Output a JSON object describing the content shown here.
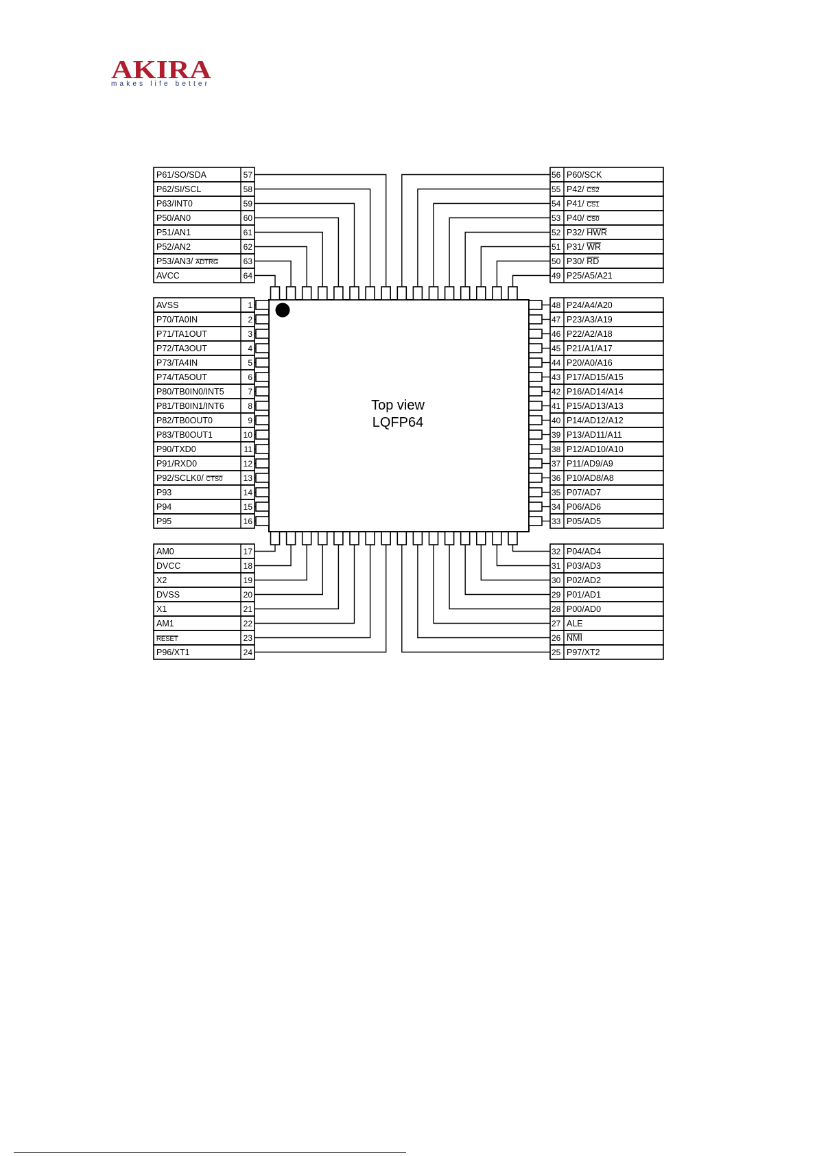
{
  "logo": {
    "name": "AKIRA",
    "tagline": "makes life better",
    "color": "#b01e2e"
  },
  "chip": {
    "title": "Top view",
    "package": "LQFP64"
  },
  "pins": {
    "left": [
      {
        "n": 1,
        "segs": [
          {
            "t": "AVSS"
          }
        ]
      },
      {
        "n": 2,
        "segs": [
          {
            "t": "P70/TA0IN"
          }
        ]
      },
      {
        "n": 3,
        "segs": [
          {
            "t": "P71/TA1OUT"
          }
        ]
      },
      {
        "n": 4,
        "segs": [
          {
            "t": "P72/TA3OUT"
          }
        ]
      },
      {
        "n": 5,
        "segs": [
          {
            "t": "P73/TA4IN"
          }
        ]
      },
      {
        "n": 6,
        "segs": [
          {
            "t": "P74/TA5OUT"
          }
        ]
      },
      {
        "n": 7,
        "segs": [
          {
            "t": "P80/TB0IN0/INT5"
          }
        ]
      },
      {
        "n": 8,
        "segs": [
          {
            "t": "P81/TB0IN1/INT6"
          }
        ]
      },
      {
        "n": 9,
        "segs": [
          {
            "t": "P82/TB0OUT0"
          }
        ]
      },
      {
        "n": 10,
        "segs": [
          {
            "t": "P83/TB0OUT1"
          }
        ]
      },
      {
        "n": 11,
        "segs": [
          {
            "t": "P90/TXD0"
          }
        ]
      },
      {
        "n": 12,
        "segs": [
          {
            "t": "P91/RXD0"
          }
        ]
      },
      {
        "n": 13,
        "segs": [
          {
            "t": "P92/SCLK0/ "
          },
          {
            "t": "CTS0",
            "over": true,
            "small": true
          }
        ]
      },
      {
        "n": 14,
        "segs": [
          {
            "t": "P93"
          }
        ]
      },
      {
        "n": 15,
        "segs": [
          {
            "t": "P94"
          }
        ]
      },
      {
        "n": 16,
        "segs": [
          {
            "t": "P95"
          }
        ]
      }
    ],
    "right": [
      {
        "n": 48,
        "segs": [
          {
            "t": "P24/A4/A20"
          }
        ]
      },
      {
        "n": 47,
        "segs": [
          {
            "t": "P23/A3/A19"
          }
        ]
      },
      {
        "n": 46,
        "segs": [
          {
            "t": "P22/A2/A18"
          }
        ]
      },
      {
        "n": 45,
        "segs": [
          {
            "t": "P21/A1/A17"
          }
        ]
      },
      {
        "n": 44,
        "segs": [
          {
            "t": "P20/A0/A16"
          }
        ]
      },
      {
        "n": 43,
        "segs": [
          {
            "t": "P17/AD15/A15"
          }
        ]
      },
      {
        "n": 42,
        "segs": [
          {
            "t": "P16/AD14/A14"
          }
        ]
      },
      {
        "n": 41,
        "segs": [
          {
            "t": "P15/AD13/A13"
          }
        ]
      },
      {
        "n": 40,
        "segs": [
          {
            "t": "P14/AD12/A12"
          }
        ]
      },
      {
        "n": 39,
        "segs": [
          {
            "t": "P13/AD11/A11"
          }
        ]
      },
      {
        "n": 38,
        "segs": [
          {
            "t": "P12/AD10/A10"
          }
        ]
      },
      {
        "n": 37,
        "segs": [
          {
            "t": "P11/AD9/A9"
          }
        ]
      },
      {
        "n": 36,
        "segs": [
          {
            "t": "P10/AD8/A8"
          }
        ]
      },
      {
        "n": 35,
        "segs": [
          {
            "t": "P07/AD7"
          }
        ]
      },
      {
        "n": 34,
        "segs": [
          {
            "t": "P06/AD6"
          }
        ]
      },
      {
        "n": 33,
        "segs": [
          {
            "t": "P05/AD5"
          }
        ]
      }
    ],
    "top_left": [
      {
        "n": 57,
        "segs": [
          {
            "t": "P61/SO/SDA"
          }
        ]
      },
      {
        "n": 58,
        "segs": [
          {
            "t": "P62/SI/SCL"
          }
        ]
      },
      {
        "n": 59,
        "segs": [
          {
            "t": "P63/INT0"
          }
        ]
      },
      {
        "n": 60,
        "segs": [
          {
            "t": "P50/AN0"
          }
        ]
      },
      {
        "n": 61,
        "segs": [
          {
            "t": "P51/AN1"
          }
        ]
      },
      {
        "n": 62,
        "segs": [
          {
            "t": "P52/AN2"
          }
        ]
      },
      {
        "n": 63,
        "segs": [
          {
            "t": "P53/AN3/ "
          },
          {
            "t": "ADTRG",
            "over": true,
            "small": true
          }
        ]
      },
      {
        "n": 64,
        "segs": [
          {
            "t": "AVCC"
          }
        ]
      }
    ],
    "top_right": [
      {
        "n": 56,
        "segs": [
          {
            "t": "P60/SCK"
          }
        ]
      },
      {
        "n": 55,
        "segs": [
          {
            "t": "P42/ "
          },
          {
            "t": "CS2",
            "over": true,
            "small": true
          }
        ]
      },
      {
        "n": 54,
        "segs": [
          {
            "t": "P41/ "
          },
          {
            "t": "CS1",
            "over": true,
            "small": true
          }
        ]
      },
      {
        "n": 53,
        "segs": [
          {
            "t": "P40/ "
          },
          {
            "t": "CS0",
            "over": true,
            "small": true
          }
        ]
      },
      {
        "n": 52,
        "segs": [
          {
            "t": "P32/ "
          },
          {
            "t": "HWR",
            "over": true
          }
        ]
      },
      {
        "n": 51,
        "segs": [
          {
            "t": "P31/ "
          },
          {
            "t": "WR",
            "over": true
          }
        ]
      },
      {
        "n": 50,
        "segs": [
          {
            "t": "P30/ "
          },
          {
            "t": "RD",
            "over": true
          }
        ]
      },
      {
        "n": 49,
        "segs": [
          {
            "t": "P25/A5/A21"
          }
        ]
      }
    ],
    "bottom_left": [
      {
        "n": 17,
        "segs": [
          {
            "t": "AM0"
          }
        ]
      },
      {
        "n": 18,
        "segs": [
          {
            "t": "DVCC"
          }
        ]
      },
      {
        "n": 19,
        "segs": [
          {
            "t": "X2"
          }
        ]
      },
      {
        "n": 20,
        "segs": [
          {
            "t": "DVSS"
          }
        ]
      },
      {
        "n": 21,
        "segs": [
          {
            "t": "X1"
          }
        ]
      },
      {
        "n": 22,
        "segs": [
          {
            "t": "AM1"
          }
        ]
      },
      {
        "n": 23,
        "segs": [
          {
            "t": "RESET",
            "over": true,
            "small": true
          }
        ]
      },
      {
        "n": 24,
        "segs": [
          {
            "t": "P96/XT1"
          }
        ]
      }
    ],
    "bottom_right": [
      {
        "n": 32,
        "segs": [
          {
            "t": "P04/AD4"
          }
        ]
      },
      {
        "n": 31,
        "segs": [
          {
            "t": "P03/AD3"
          }
        ]
      },
      {
        "n": 30,
        "segs": [
          {
            "t": "P02/AD2"
          }
        ]
      },
      {
        "n": 29,
        "segs": [
          {
            "t": "P01/AD1"
          }
        ]
      },
      {
        "n": 28,
        "segs": [
          {
            "t": "P00/AD0"
          }
        ]
      },
      {
        "n": 27,
        "segs": [
          {
            "t": "ALE"
          }
        ]
      },
      {
        "n": 26,
        "segs": [
          {
            "t": "NMI",
            "over": true
          }
        ]
      },
      {
        "n": 25,
        "segs": [
          {
            "t": "P97/XT2"
          }
        ]
      }
    ]
  }
}
